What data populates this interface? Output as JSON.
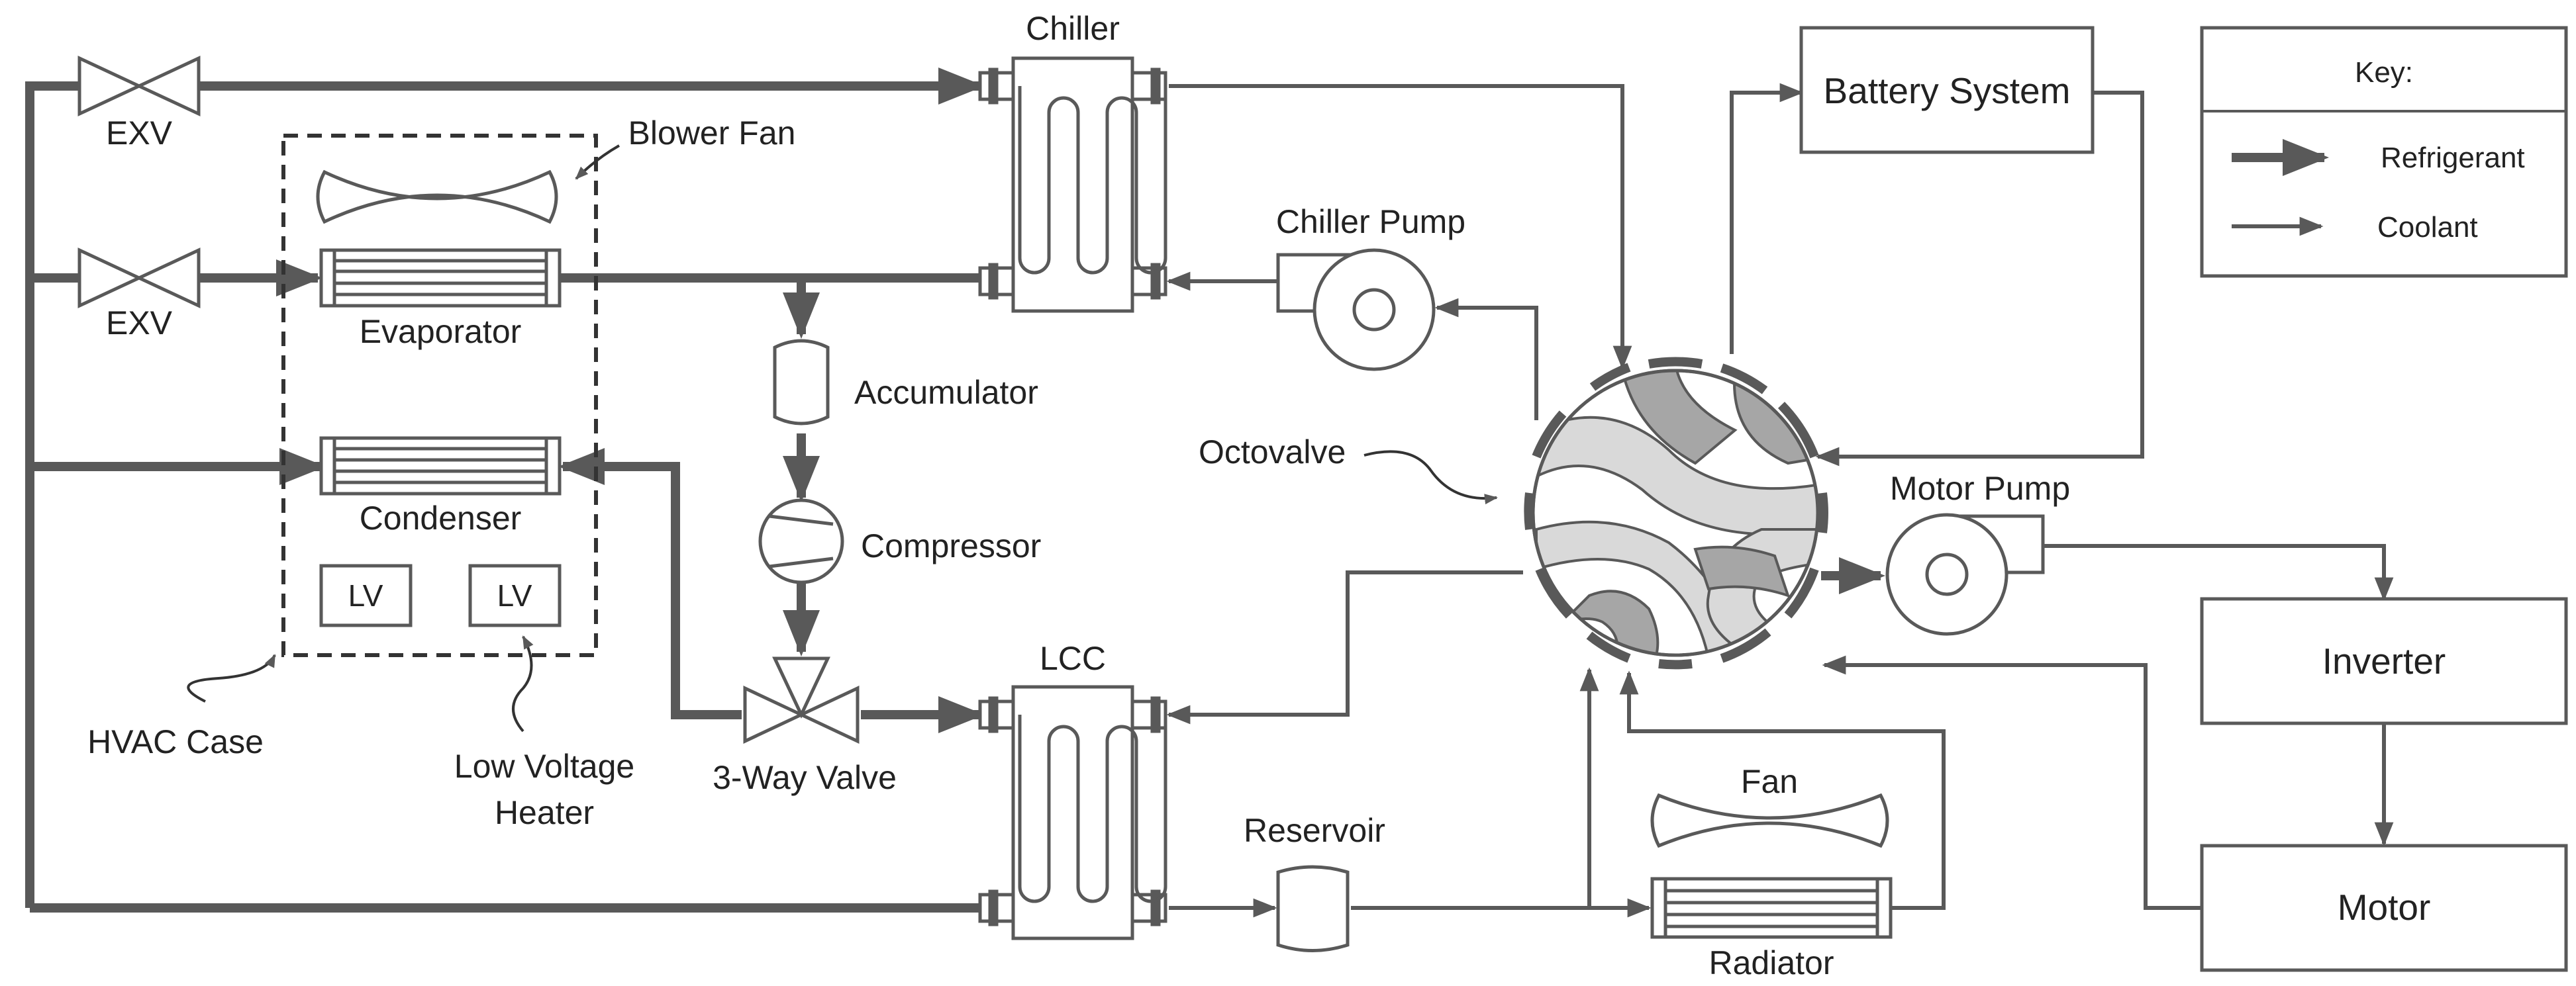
{
  "labels": {
    "chiller": "Chiller",
    "chiller_pump": "Chiller Pump",
    "battery_system": "Battery System",
    "key_title": "Key:",
    "key_refrigerant": "Refrigerant",
    "key_coolant": "Coolant",
    "exv_top": "EXV",
    "exv_mid": "EXV",
    "blower_fan": "Blower Fan",
    "evaporator": "Evaporator",
    "accumulator": "Accumulator",
    "condenser": "Condenser",
    "compressor": "Compressor",
    "lv_left": "LV",
    "lv_right": "LV",
    "octovalve": "Octovalve",
    "motor_pump": "Motor Pump",
    "inverter": "Inverter",
    "motor": "Motor",
    "lcc": "LCC",
    "three_way_valve": "3-Way Valve",
    "hvac_case": "HVAC Case",
    "low_voltage_heater_l1": "Low Voltage",
    "low_voltage_heater_l2": "Heater",
    "reservoir": "Reservoir",
    "fan": "Fan",
    "radiator": "Radiator"
  },
  "colors": {
    "line": "#595959",
    "box_stroke": "#595959",
    "octovalve_light": "#d9d9d9",
    "octovalve_dark": "#a6a6a6"
  }
}
